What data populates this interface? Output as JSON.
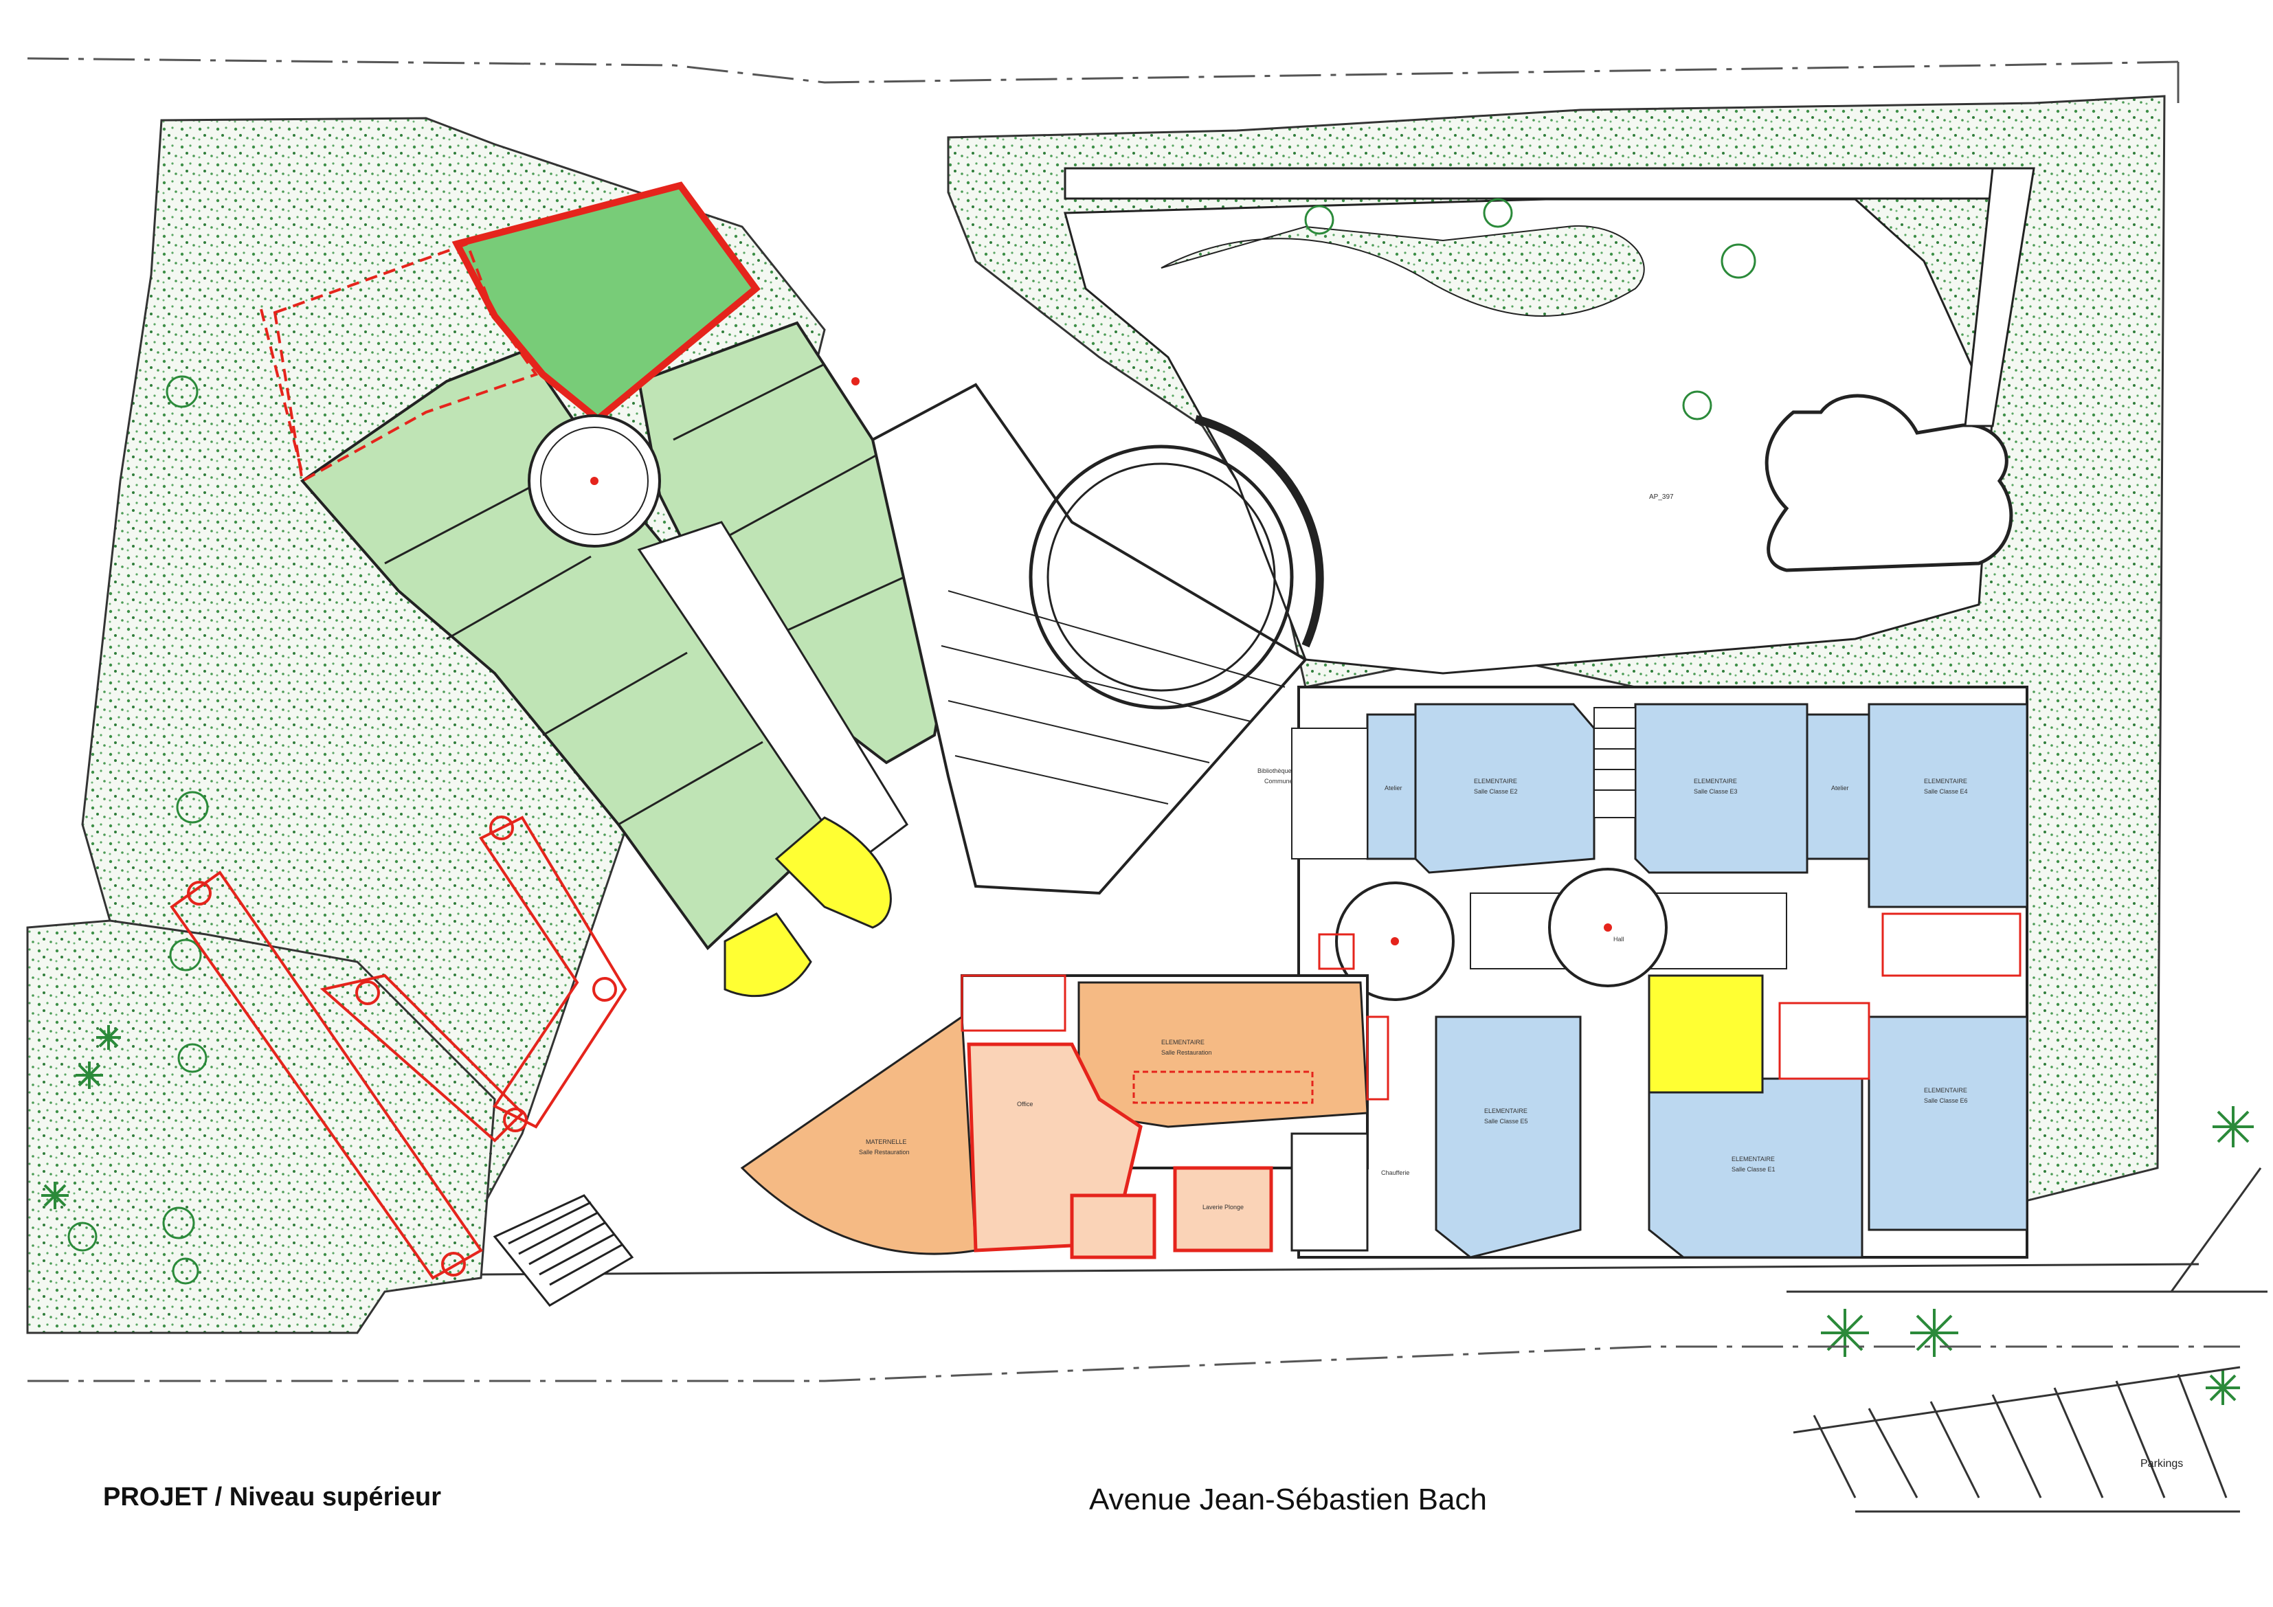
{
  "captions": {
    "plan_title": "PROJET  /  Niveau supérieur",
    "street_name": "Avenue  Jean-Sébastien  Bach"
  },
  "labels": {
    "parkings": "Parkings",
    "parcel": "AP_397",
    "bibliotheque": "Bibliothèque",
    "commune": "Commune",
    "atelier": "Atelier",
    "hall": "Hall",
    "chaufferie": "Chaufferie",
    "elementaire": "ELEMENTAIRE",
    "maternelle": "MATERNELLE",
    "salle_classe_e1": "Salle Classe E1",
    "salle_classe_e2": "Salle Classe E2",
    "salle_classe_e3": "Salle Classe E3",
    "salle_classe_e4": "Salle Classe E4",
    "salle_classe_e5": "Salle Classe E5",
    "salle_classe_e6": "Salle Classe E6",
    "restauration": "Salle Restauration",
    "office": "Office",
    "laverie": "Laverie Plonge"
  },
  "colors": {
    "maternelle_fill": "#bfe4b5",
    "existing_green": "#78cc78",
    "elementaire_fill": "#bcd8f0",
    "restauration_fill": "#f5ba84",
    "office_fill": "#fad3b7",
    "yellow_fill": "#ffff33",
    "red_lines": "#e5241c",
    "landscape_green": "#2b8a3a",
    "landscape_bg": "#eef5ec"
  }
}
